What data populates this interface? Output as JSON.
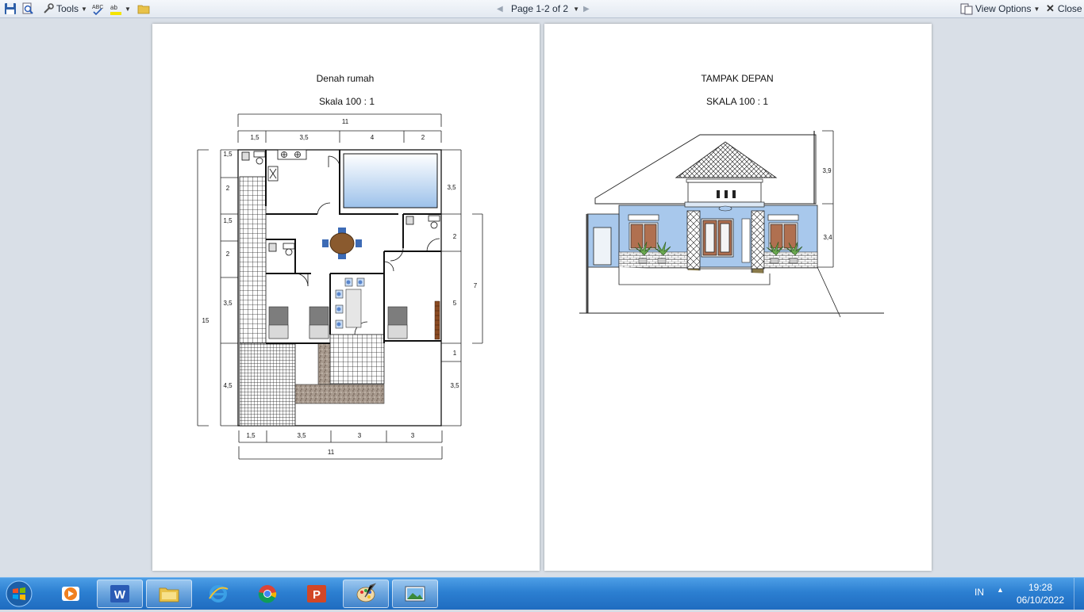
{
  "toolbar": {
    "tools_label": "Tools",
    "page_indicator": "Page 1-2 of 2",
    "view_options_label": "View Options",
    "close_label": "Close"
  },
  "page1": {
    "title": "Denah rumah",
    "subtitle": "Skala 100  : 1",
    "dim_top_total": "11",
    "dim_top": [
      "1,5",
      "3,5",
      "4",
      "2"
    ],
    "dim_left_total": "15",
    "dim_left": [
      "1,5",
      "2",
      "1,5",
      "2",
      "3,5",
      "4,5"
    ],
    "dim_right": [
      "3,5",
      "2",
      "5",
      "1",
      "3,5"
    ],
    "dim_right_outer": "7",
    "dim_bottom": [
      "1,5",
      "3,5",
      "3",
      "3"
    ],
    "dim_bottom_total": "11"
  },
  "page2": {
    "title": "TAMPAK DEPAN",
    "subtitle": "SKALA 100  : 1",
    "dim_right": [
      "3,9",
      "3,4"
    ]
  },
  "taskbar": {
    "apps": [
      "media-player-icon",
      "word-icon",
      "file-explorer-icon",
      "internet-explorer-icon",
      "chrome-icon",
      "powerpoint-icon",
      "paint-icon",
      "photo-viewer-icon"
    ],
    "language": "IN",
    "time": "19:28",
    "date": "06/10/2022"
  },
  "colors": {
    "taskbar": "#2c7fd1",
    "wall_blue": "#a8c8ec",
    "pool_blue": "#cfe2f5"
  }
}
